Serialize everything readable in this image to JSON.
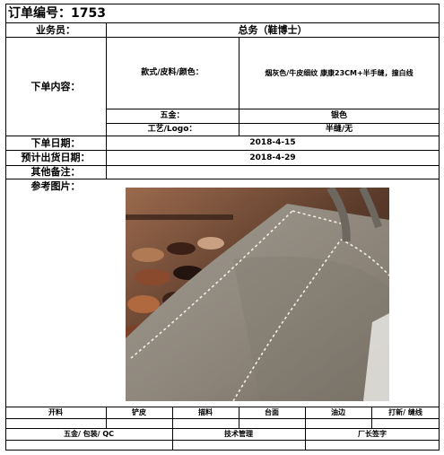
{
  "order": {
    "title": "订单编号：1753"
  },
  "labels": {
    "salesperson": "业务员：",
    "order_content": "下单内容：",
    "style_leather_color": "款式/皮料/颜色：",
    "hardware": "五金：",
    "craft_logo": "工艺/Logo：",
    "order_date": "下单日期：",
    "expected_ship_date": "预计出货日期：",
    "other_notes": "其他备注：",
    "reference_image": "参考图片："
  },
  "values": {
    "salesperson": "总务（鞋博士）",
    "style_leather_color": "烟灰色/牛皮细纹 康康23CM+半手缝，撞白线",
    "hardware": "银色",
    "craft_logo": "半缝/无",
    "order_date": "2018-4-15",
    "expected_ship_date": "2018-4-29",
    "other_notes": ""
  },
  "footer": {
    "row1": [
      "开料",
      "铲皮",
      "描料",
      "台面",
      "油边",
      "打新/ 缝线"
    ],
    "row2": [
      "五金/ 包装/ QC",
      "技术管理",
      "厂长签字"
    ]
  },
  "colors": {
    "bag_leather": "#8f877c",
    "background": "#6a4a38",
    "stitch": "#f2eee6"
  }
}
